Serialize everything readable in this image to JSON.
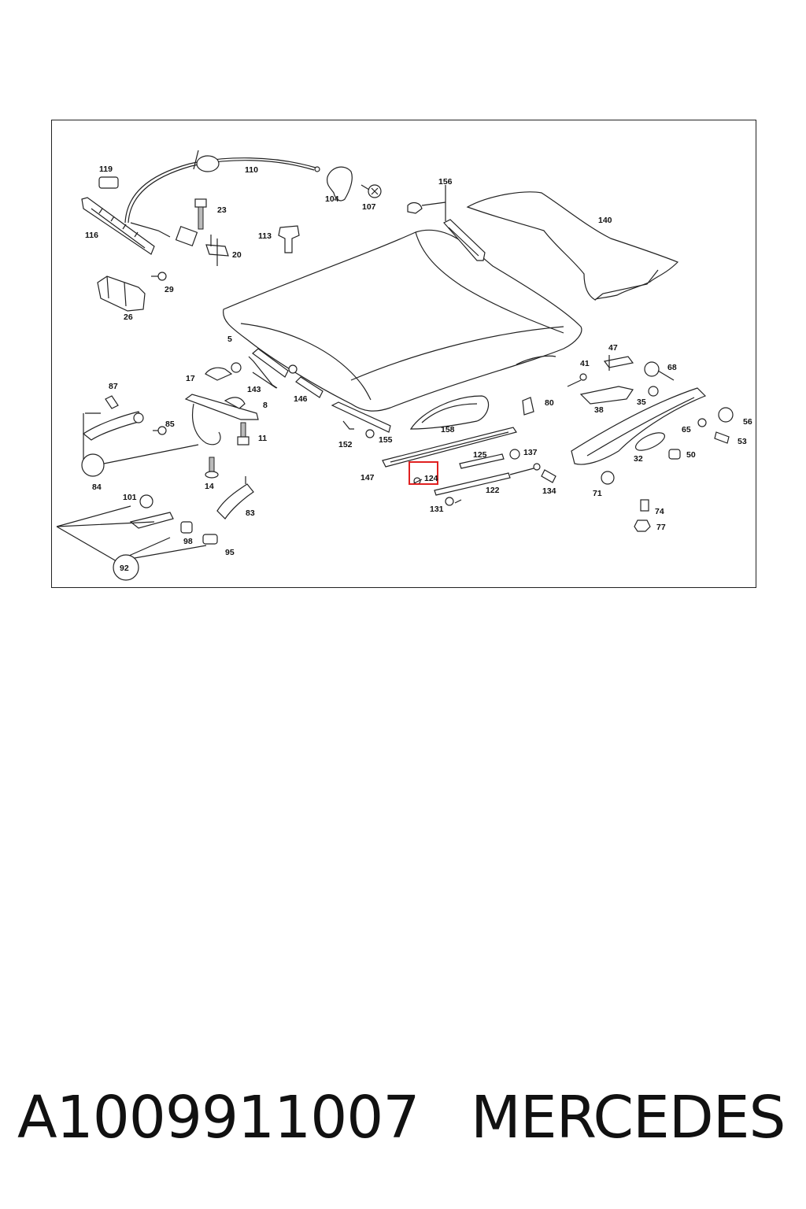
{
  "diagram": {
    "labels": {
      "p119": "119",
      "p110": "110",
      "p104": "104",
      "p107": "107",
      "p156": "156",
      "p140": "140",
      "p23": "23",
      "p116": "116",
      "p20": "20",
      "p113": "113",
      "p29": "29",
      "p26": "26",
      "p5": "5",
      "p17": "17",
      "p143": "143",
      "p8": "8",
      "p146": "146",
      "p47": "47",
      "p41": "41",
      "p68": "68",
      "p87": "87",
      "p85": "85",
      "p11": "11",
      "p80": "80",
      "p38": "38",
      "p35": "35",
      "p56": "56",
      "p158": "158",
      "p65": "65",
      "p53": "53",
      "p152": "152",
      "p155": "155",
      "p125": "125",
      "p137": "137",
      "p84": "84",
      "p14": "14",
      "p147": "147",
      "p124": "124",
      "p32": "32",
      "p50": "50",
      "p122": "122",
      "p134": "134",
      "p71": "71",
      "p101": "101",
      "p83": "83",
      "p131": "131",
      "p74": "74",
      "p98": "98",
      "p77": "77",
      "p95": "95",
      "p92": "92"
    },
    "highlight_color": "#e02020"
  },
  "caption": {
    "part_number": "A1009911007",
    "brand": "MERCEDES"
  }
}
